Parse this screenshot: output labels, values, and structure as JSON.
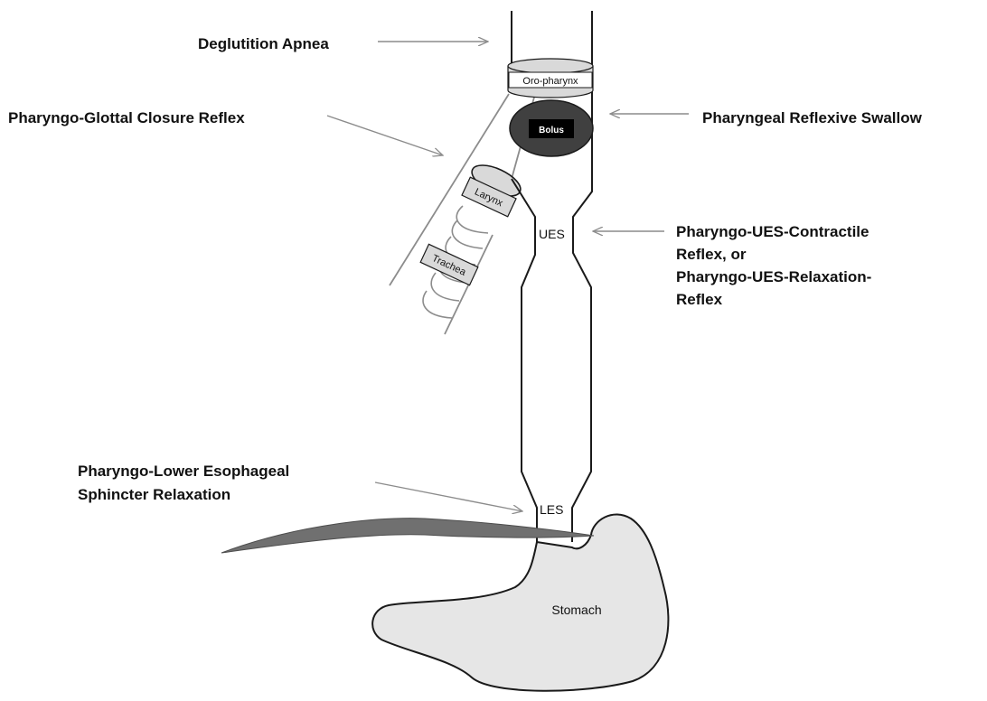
{
  "labels": {
    "deglutition_apnea": "Deglutition Apnea",
    "pharyngo_glottal": "Pharyngo-Glottal Closure Reflex",
    "pharyngeal_swallow": "Pharyngeal Reflexive Swallow",
    "pharyngo_ues_line1": "Pharyngo-UES-Contractile",
    "pharyngo_ues_line2": "Reflex, or",
    "pharyngo_ues_line3": "Pharyngo-UES-Relaxation-",
    "pharyngo_ues_line4": "Reflex",
    "pharyngo_les_line1": "Pharyngo-Lower Esophageal",
    "pharyngo_les_line2": "Sphincter Relaxation"
  },
  "anatomy": {
    "oropharynx": "Oro-pharynx",
    "bolus": "Bolus",
    "larynx": "Larynx",
    "trachea": "Trachea",
    "ues": "UES",
    "les": "LES",
    "stomach": "Stomach"
  },
  "colors": {
    "outline": "#1a1a1a",
    "gray_fill": "#d9d9d9",
    "bolus_fill": "#404040",
    "stomach_fill": "#e6e6e6",
    "diaphragm": "#707070",
    "arrow": "#8c8c8c"
  }
}
